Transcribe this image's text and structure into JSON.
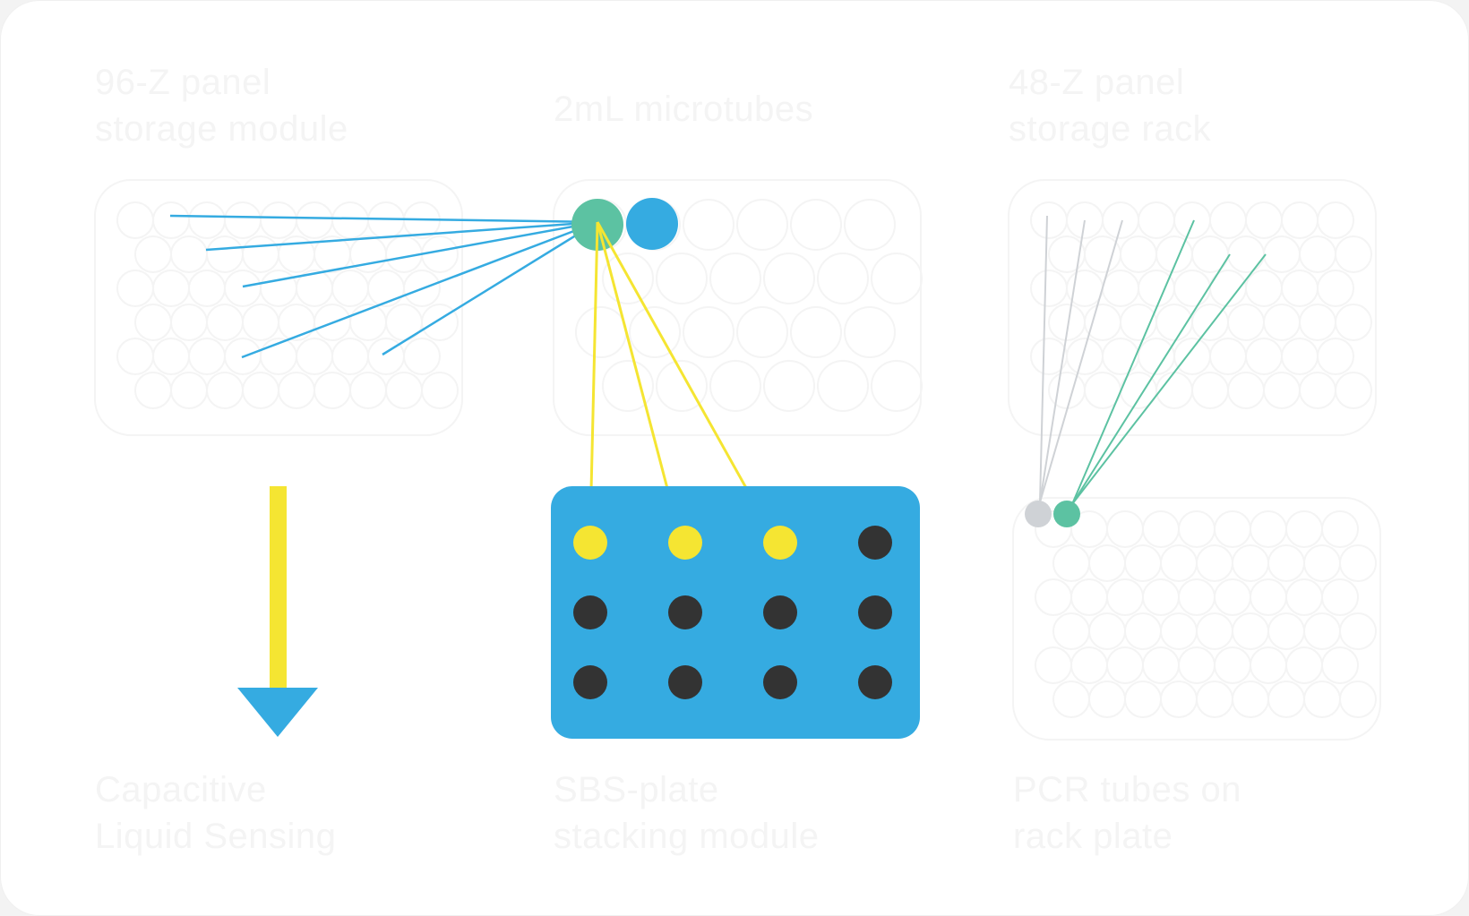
{
  "labels": {
    "top_left": {
      "line1": "96-Z panel",
      "line2": "storage module"
    },
    "top_center": {
      "line1": "2mL microtubes"
    },
    "top_right": {
      "line1": "48-Z panel",
      "line2": "storage rack"
    },
    "bottom_left": {
      "line1": "Capacitive",
      "line2": "Liquid Sensing"
    },
    "bottom_center": {
      "line1": "SBS-plate",
      "line2": "stacking module"
    },
    "bottom_right": {
      "line1": "PCR tubes on",
      "line2": "rack plate"
    }
  },
  "icons": {
    "arrow": "down-arrow-icon",
    "plate": "well-plate-icon",
    "hub": "transfer-hub-icon"
  },
  "plate": {
    "rows": 3,
    "cols": 4,
    "highlighted_wells": [
      0,
      1,
      2
    ]
  },
  "colors": {
    "blue": "#35abe1",
    "teal": "#5cc2a2",
    "yellow": "#f5e532",
    "gray": "#cfd2d6",
    "dark_well": "#333333",
    "faint": "#f4f4f4"
  }
}
